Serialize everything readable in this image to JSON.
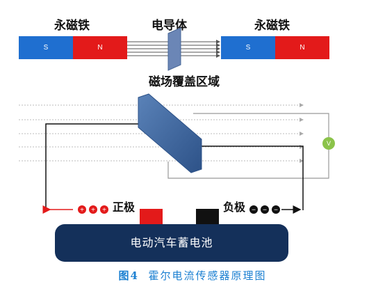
{
  "top": {
    "left_magnet_label": "永磁铁",
    "right_magnet_label": "永磁铁",
    "conductor_label": "电导体",
    "field_label": "磁场覆盖区域",
    "left_magnet": {
      "s": "S",
      "n": "N"
    },
    "right_magnet": {
      "s": "S",
      "n": "N"
    }
  },
  "circuit": {
    "voltmeter": "V",
    "positive_label": "正极",
    "negative_label": "负极",
    "battery_label": "电动汽车蓄电池"
  },
  "caption": {
    "fig": "图4",
    "text": "霍尔电流传感器原理图"
  },
  "colors": {
    "s_pole": "#1f6fd0",
    "n_pole": "#e31a1a",
    "battery": "#14305a",
    "caption": "#1a7fd1"
  }
}
